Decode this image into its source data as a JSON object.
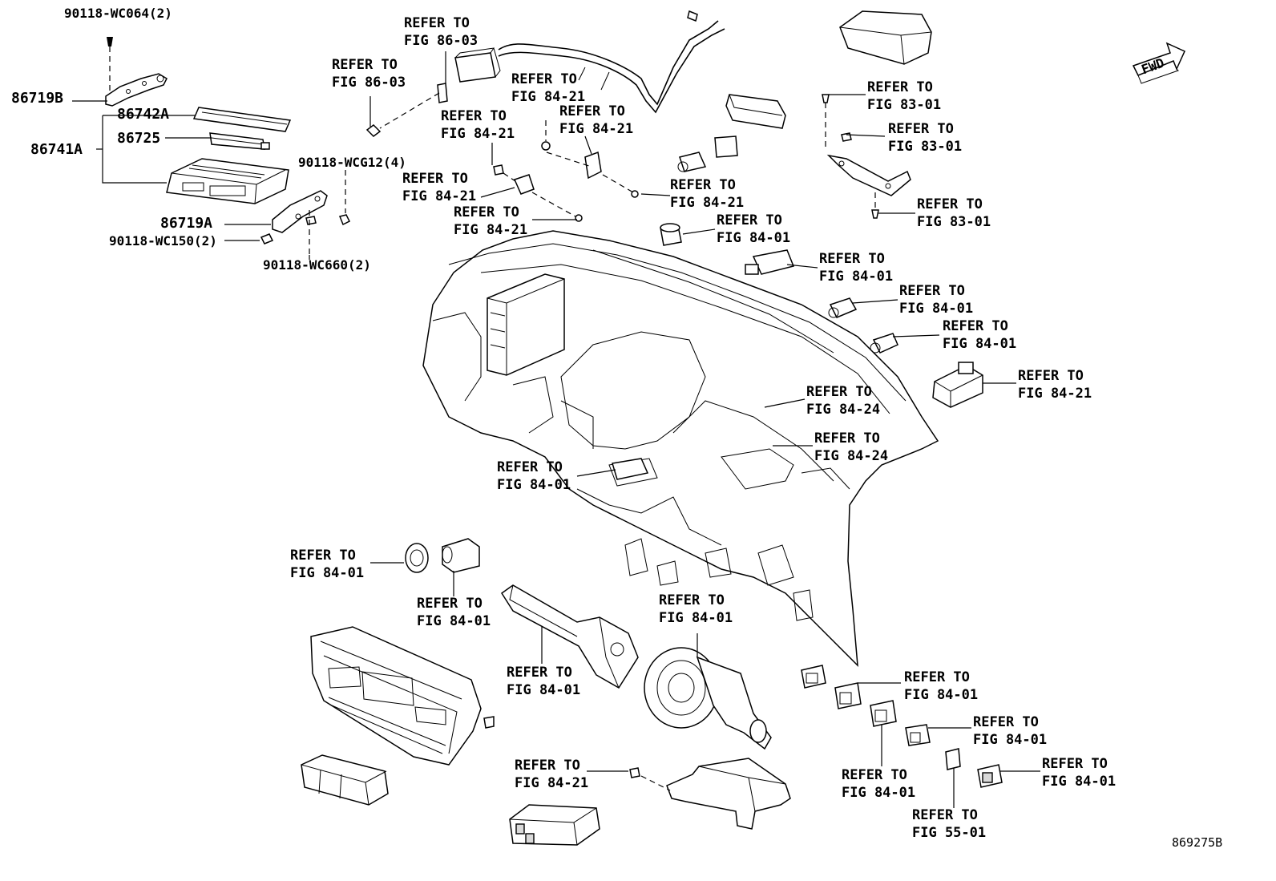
{
  "part_labels": {
    "p90118_wc064": "90118-WC064(2)",
    "p86719b": "86719B",
    "p86742a": "86742A",
    "p86725": "86725",
    "p86741a": "86741A",
    "p90118_wcg12": "90118-WCG12(4)",
    "p86719a": "86719A",
    "p90118_wc150": "90118-WC150(2)",
    "p90118_wc660": "90118-WC660(2)"
  },
  "refer_labels": [
    {
      "line1": "REFER TO",
      "line2": "FIG 86-03"
    },
    {
      "line1": "REFER TO",
      "line2": "FIG 86-03"
    },
    {
      "line1": "REFER TO",
      "line2": "FIG 84-21"
    },
    {
      "line1": "REFER TO",
      "line2": "FIG 84-21"
    },
    {
      "line1": "REFER TO",
      "line2": "FIG 84-21"
    },
    {
      "line1": "REFER TO",
      "line2": "FIG 84-21"
    },
    {
      "line1": "REFER TO",
      "line2": "FIG 84-21"
    },
    {
      "line1": "REFER TO",
      "line2": "FIG 84-21"
    },
    {
      "line1": "REFER TO",
      "line2": "FIG 84-01"
    },
    {
      "line1": "REFER TO",
      "line2": "FIG 83-01"
    },
    {
      "line1": "REFER TO",
      "line2": "FIG 83-01"
    },
    {
      "line1": "REFER TO",
      "line2": "FIG 83-01"
    },
    {
      "line1": "REFER TO",
      "line2": "FIG 84-01"
    },
    {
      "line1": "REFER TO",
      "line2": "FIG 84-01"
    },
    {
      "line1": "REFER TO",
      "line2": "FIG 84-01"
    },
    {
      "line1": "REFER TO",
      "line2": "FIG 84-21"
    },
    {
      "line1": "REFER TO",
      "line2": "FIG 84-24"
    },
    {
      "line1": "REFER TO",
      "line2": "FIG 84-24"
    },
    {
      "line1": "REFER TO",
      "line2": "FIG 84-01"
    },
    {
      "line1": "REFER TO",
      "line2": "FIG 84-01"
    },
    {
      "line1": "REFER TO",
      "line2": "FIG 84-01"
    },
    {
      "line1": "REFER TO",
      "line2": "FIG 84-01"
    },
    {
      "line1": "REFER TO",
      "line2": "FIG 84-01"
    },
    {
      "line1": "REFER TO",
      "line2": "FIG 84-01"
    },
    {
      "line1": "REFER TO",
      "line2": "FIG 84-01"
    },
    {
      "line1": "REFER TO",
      "line2": "FIG 84-01"
    },
    {
      "line1": "REFER TO",
      "line2": "FIG 84-01"
    },
    {
      "line1": "REFER TO",
      "line2": "FIG 84-21"
    },
    {
      "line1": "REFER TO",
      "line2": "FIG 55-01"
    }
  ],
  "fwd_label": "FWD",
  "figure_number": "869275B"
}
